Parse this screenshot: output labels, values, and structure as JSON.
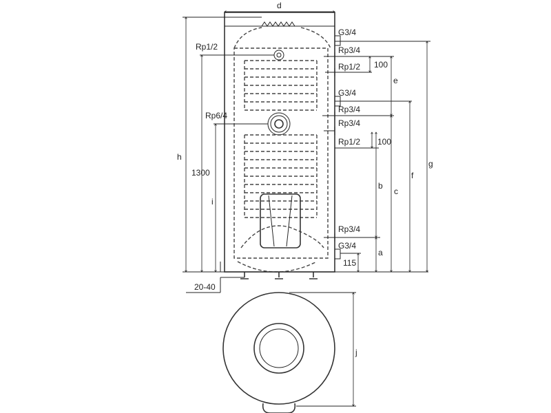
{
  "dimensions": {
    "d": "d",
    "h": "h",
    "i": "i",
    "e": "e",
    "f": "f",
    "g": "g",
    "c": "c",
    "b": "b",
    "a": "a",
    "j": "j",
    "h1300": "1300",
    "feet": "20-40",
    "gap_top": "100",
    "gap_mid": "100",
    "bottom_offset": "115"
  },
  "connections_left": {
    "sensor": "Rp1/2",
    "flange": "Rp6/4"
  },
  "connections_right": [
    "G3/4",
    "Rp3/4",
    "Rp1/2",
    "G3/4",
    "Rp3/4",
    "Rp3/4",
    "Rp1/2",
    "Rp3/4",
    "G3/4"
  ]
}
